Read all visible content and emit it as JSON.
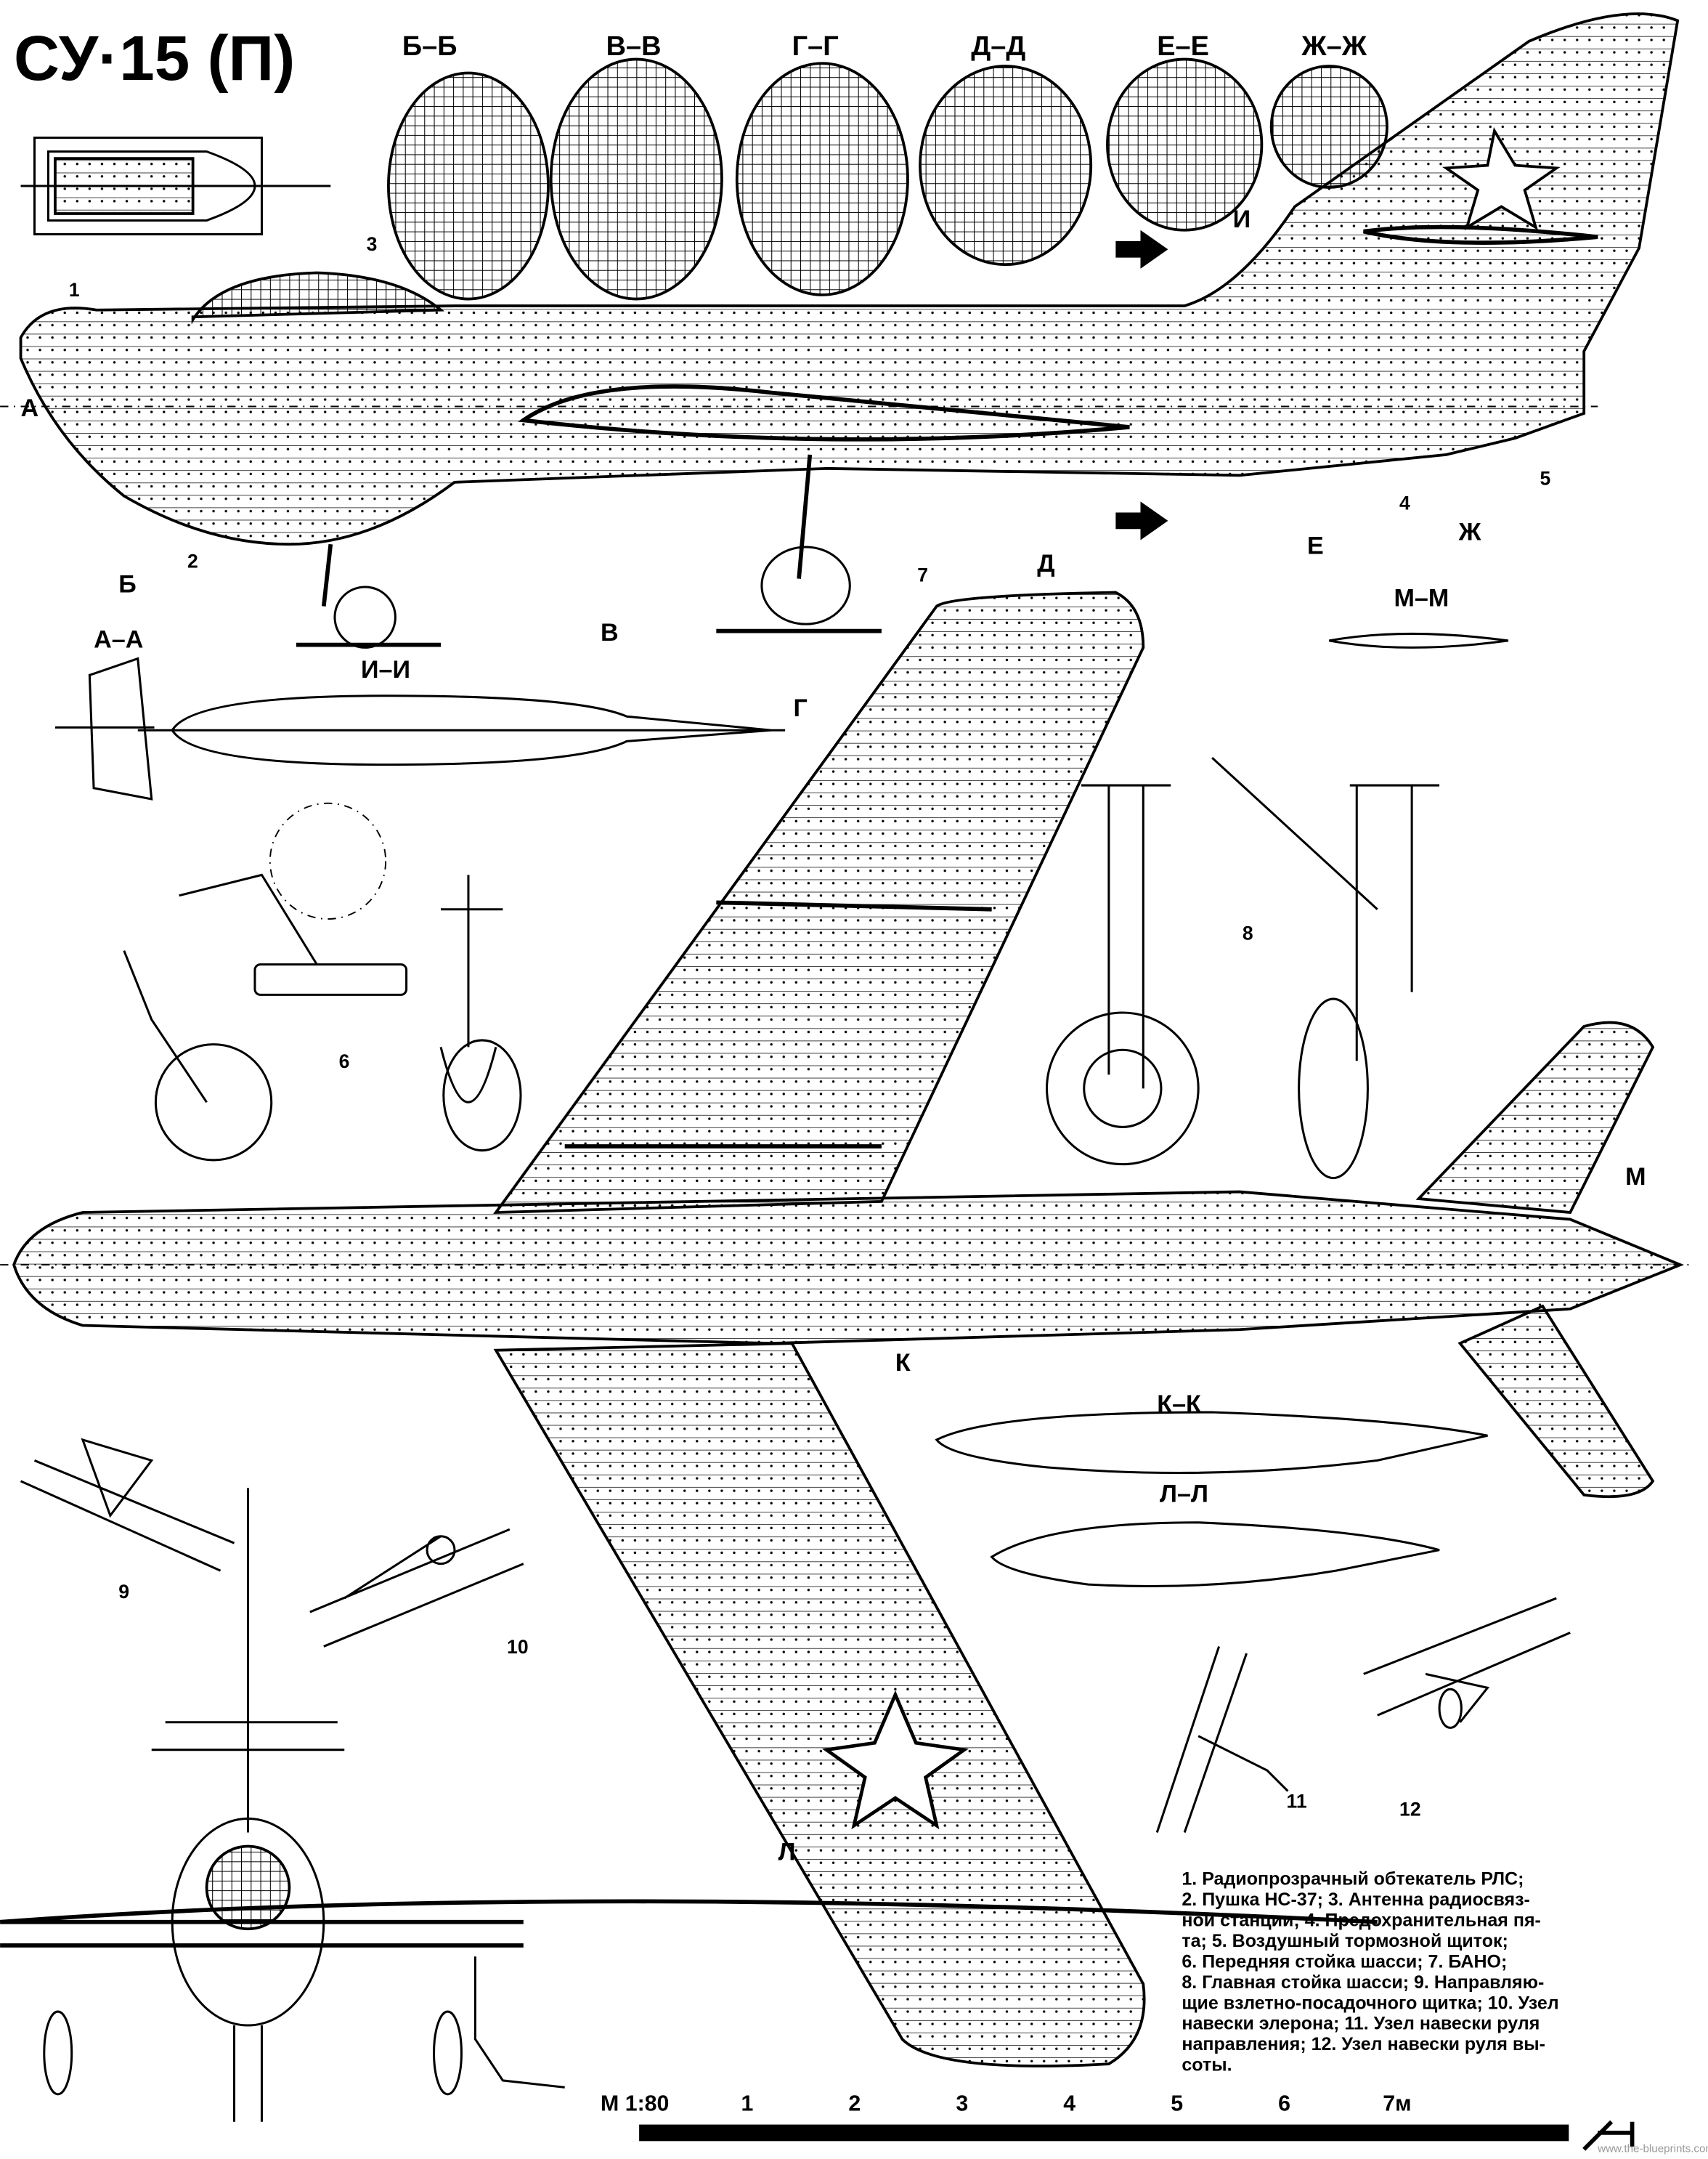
{
  "title": "СУ·15 (П)",
  "sections": {
    "bb": "Б–Б",
    "vv": "В–В",
    "gg": "Г–Г",
    "dd": "Д–Д",
    "ee": "Е–Е",
    "zhzh": "Ж–Ж",
    "aa": "А–А",
    "ii": "И–И",
    "mm": "М–М",
    "kk": "К–К",
    "ll": "Л–Л"
  },
  "cut_markers": {
    "a": "А",
    "b": "Б",
    "v": "В",
    "g": "Г",
    "d": "Д",
    "e": "Е",
    "zh": "Ж",
    "i": "И",
    "k": "К",
    "l": "Л",
    "m": "М"
  },
  "callouts": [
    "1",
    "2",
    "3",
    "4",
    "5",
    "6",
    "7",
    "8",
    "9",
    "10",
    "11",
    "12"
  ],
  "legend": {
    "lines": [
      "1. Радиопрозрачный обтекатель РЛС;",
      "2. Пушка НС-37; 3. Антенна радиосвяз-",
      "ной станции; 4. Предохранительная пя-",
      "та; 5. Воздушный тормозной щиток;",
      "6. Передняя стойка шасси; 7. БАНО;",
      "8. Главная стойка шасси; 9. Направляю-",
      "щие взлетно-посадочного щитка; 10. Узел",
      "навески элерона; 11. Узел навески руля",
      "направления; 12. Узел навески руля вы-",
      "соты."
    ]
  },
  "scale": {
    "label": "М 1:80",
    "ticks": [
      "1",
      "2",
      "3",
      "4",
      "5",
      "6",
      "7м"
    ]
  },
  "watermark": "www.the-blueprints.com"
}
